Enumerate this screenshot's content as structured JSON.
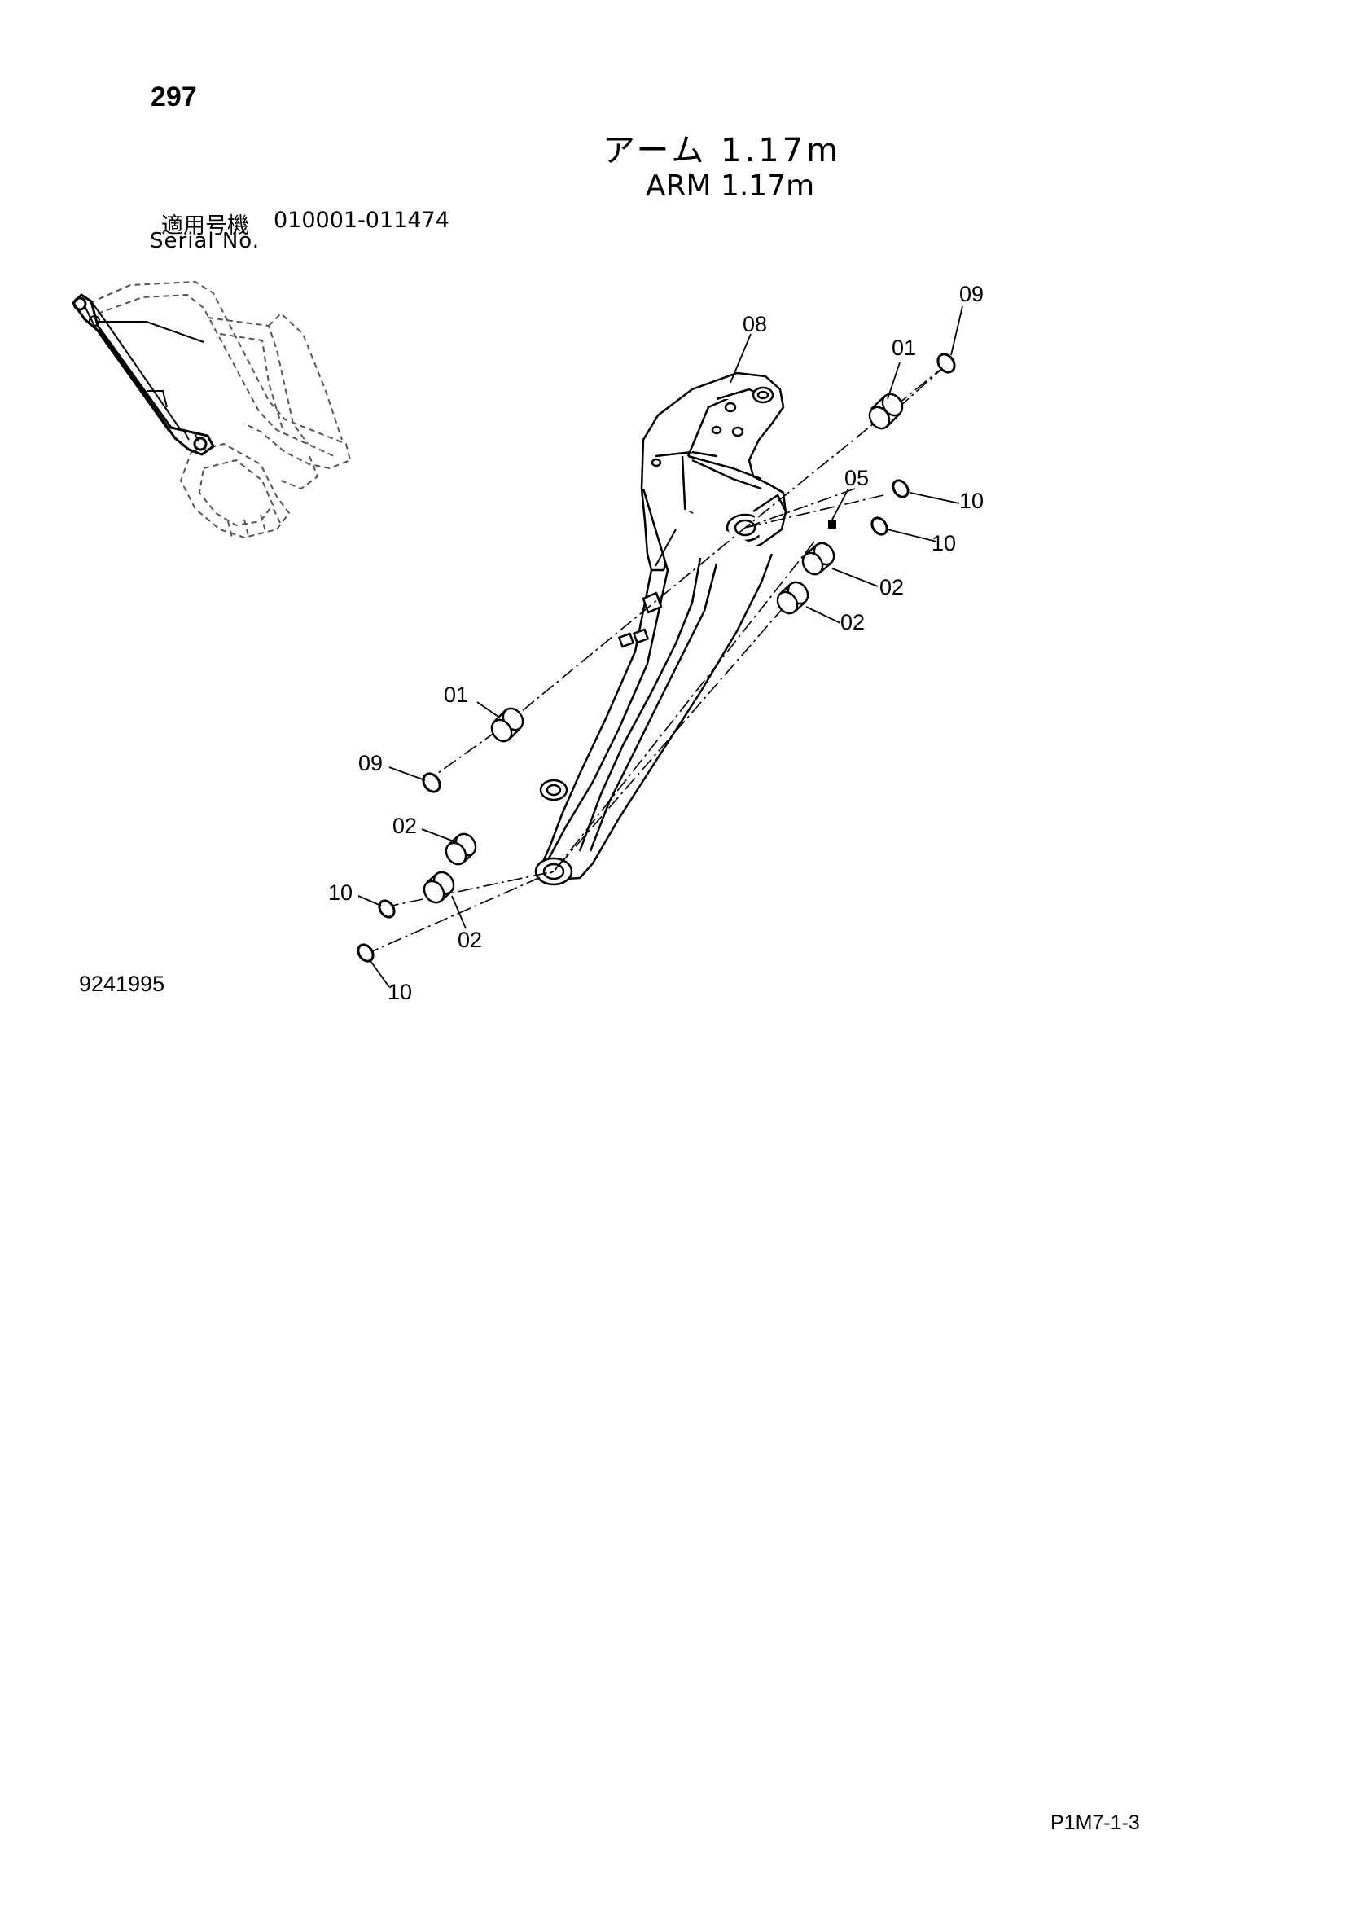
{
  "header": {
    "page_number": "297",
    "title_jp": "アーム 1.17m",
    "title_en": "ARM 1.17m",
    "serial_label_jp": "適用号機",
    "serial_range": "010001-011474",
    "serial_label_en": "Serial No."
  },
  "footer": {
    "drawing_number": "9241995",
    "page_code": "P1M7-1-3"
  },
  "callouts": {
    "c09_top": "09",
    "c08": "08",
    "c01_top": "01",
    "c05": "05",
    "c10_a": "10",
    "c10_b": "10",
    "c02_a": "02",
    "c02_b": "02",
    "c01_left": "01",
    "c09_left": "09",
    "c02_c": "02",
    "c10_c": "10",
    "c02_d": "02",
    "c10_d": "10"
  }
}
